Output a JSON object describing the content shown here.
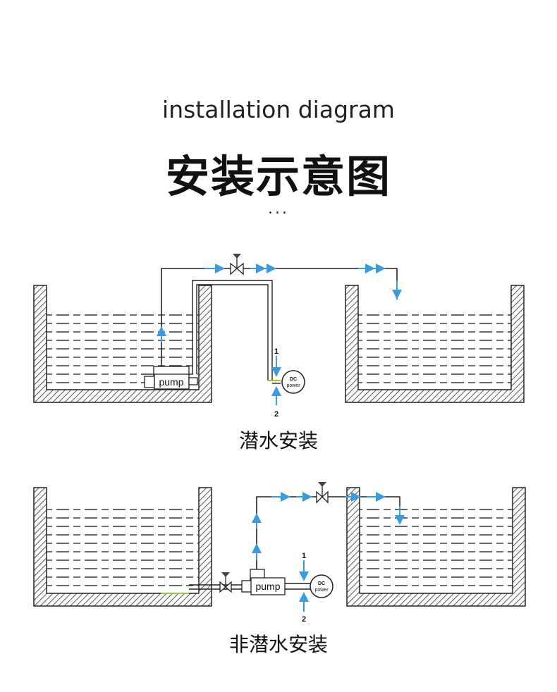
{
  "title_en": "installation diagram",
  "title_cn": "安装示意图",
  "dots": "...",
  "diagram1": {
    "caption": "潜水安装",
    "pump_label": "pump",
    "power_label_line1": "DC",
    "power_label_line2": "power",
    "wire_1": "1",
    "wire_2": "2"
  },
  "diagram2": {
    "caption": "非潜水安装",
    "pump_label": "pump",
    "power_label_line1": "DC",
    "power_label_line2": "power",
    "wire_1": "1",
    "wire_2": "2"
  },
  "colors": {
    "flow_arrow": "#3a9be0",
    "line": "#222222",
    "hatch": "#555555",
    "wire_green": "#9ac93a"
  }
}
